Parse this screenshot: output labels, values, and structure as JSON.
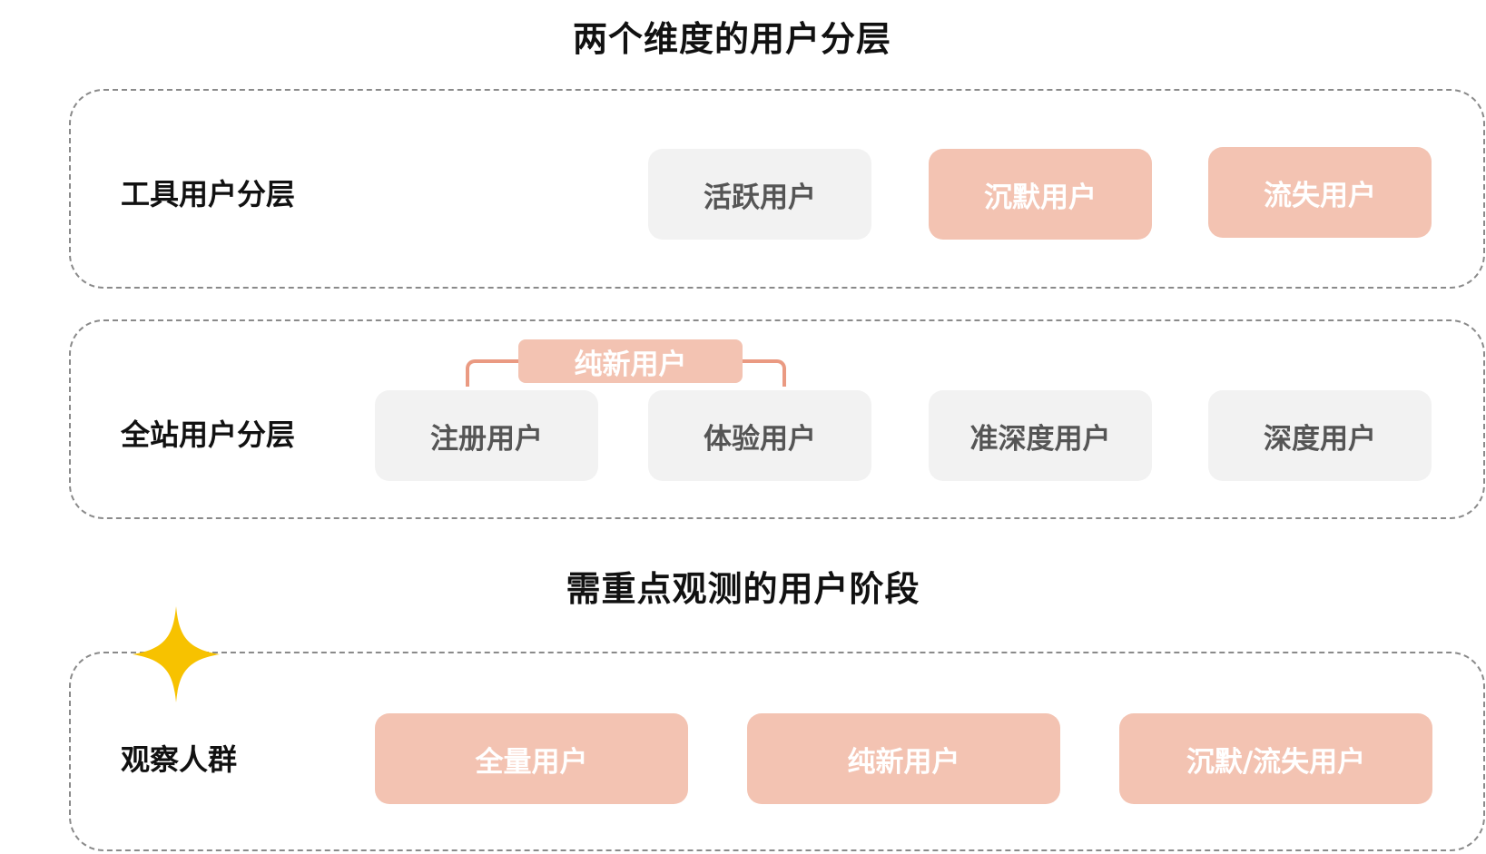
{
  "titles": {
    "top": "两个维度的用户分层",
    "bottom": "需重点观测的用户阶段"
  },
  "tool_layer": {
    "label": "工具用户分层",
    "items": [
      "活跃用户",
      "沉默用户",
      "流失用户"
    ]
  },
  "site_layer": {
    "label": "全站用户分层",
    "group_tag": "纯新用户",
    "items": [
      "注册用户",
      "体验用户",
      "准深度用户",
      "深度用户"
    ]
  },
  "observe": {
    "label": "观察人群",
    "items": [
      "全量用户",
      "纯新用户",
      "沉默/流失用户"
    ]
  },
  "colors": {
    "highlight": "#f3c3b2",
    "neutral": "#f2f2f2",
    "bracket": "#ea9a82",
    "star": "#f7c200"
  },
  "icons": {
    "star": "four-point-star-icon"
  }
}
